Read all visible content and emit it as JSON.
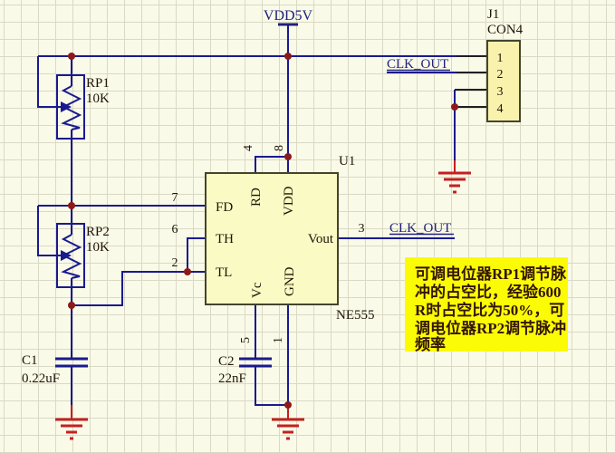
{
  "power": {
    "label": "VDD5V"
  },
  "nets": {
    "clk_out": "CLK_OUT"
  },
  "connector": {
    "ref": "J1",
    "part": "CON4",
    "pins": [
      "1",
      "2",
      "3",
      "4"
    ]
  },
  "ic": {
    "ref": "U1",
    "part": "NE555",
    "pins": {
      "fd": {
        "num": "7",
        "name": "FD"
      },
      "th": {
        "num": "6",
        "name": "TH"
      },
      "tl": {
        "num": "2",
        "name": "TL"
      },
      "rd": {
        "num": "4",
        "name": "RD"
      },
      "vdd": {
        "num": "8",
        "name": "VDD"
      },
      "vout": {
        "num": "3",
        "name": "Vout"
      },
      "vc": {
        "num": "5",
        "name": "Vc"
      },
      "gnd": {
        "num": "1",
        "name": "GND"
      }
    }
  },
  "components": {
    "rp1": {
      "ref": "RP1",
      "value": "10K"
    },
    "rp2": {
      "ref": "RP2",
      "value": "10K"
    },
    "c1": {
      "ref": "C1",
      "value": "0.22uF"
    },
    "c2": {
      "ref": "C2",
      "value": "22nF"
    }
  },
  "note": {
    "lines": [
      "可调电位器RP1调节脉",
      "冲的占空比，经验600",
      "R时占空比为50%，可",
      "调电位器RP2调节脉冲",
      "频率"
    ]
  },
  "colors": {
    "background": "#fafae8",
    "grid": "#d9d9c5",
    "wire": "#1a1a8f",
    "component_fill": "#fafac4",
    "connector_fill": "#f9f2ac",
    "ground_red": "#c42020",
    "junction_dot": "#8c1a1a",
    "note_fill": "#fbfb05",
    "net_text": "#20207e",
    "text": "#1f1408"
  }
}
